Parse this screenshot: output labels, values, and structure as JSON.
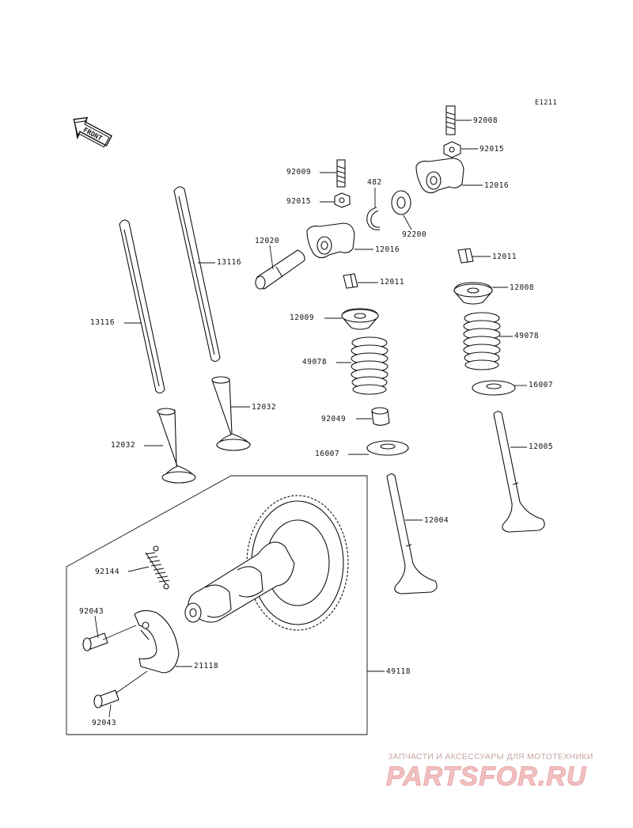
{
  "diagram_code": "E1211",
  "front_label": "FRONT",
  "callouts": {
    "c92008": "92008",
    "c92015_r": "92015",
    "c12016_r": "12016",
    "c92009": "92009",
    "c482": "482",
    "c92015_l": "92015",
    "c92200": "92200",
    "c12016_l": "12016",
    "c12020": "12020",
    "c13116_r": "13116",
    "c12011_r": "12011",
    "c12011_l": "12011",
    "c12008": "12008",
    "c13116_l": "13116",
    "c12009": "12009",
    "c49078_r": "49078",
    "c49078_l": "49078",
    "c16007_r": "16007",
    "c12032_r": "12032",
    "c92049": "92049",
    "c12032_l": "12032",
    "c16007_l": "16007",
    "c12005": "12005",
    "c12004": "12004",
    "c92144": "92144",
    "c92043_t": "92043",
    "c21118": "21118",
    "c49118": "49118",
    "c92043_b": "92043"
  },
  "watermark": {
    "tagline": "ЗАПЧАСТИ И АКСЕССУАРЫ ДЛЯ МОТОТЕХНИКИ",
    "brand": "PARTSFOR.RU"
  }
}
